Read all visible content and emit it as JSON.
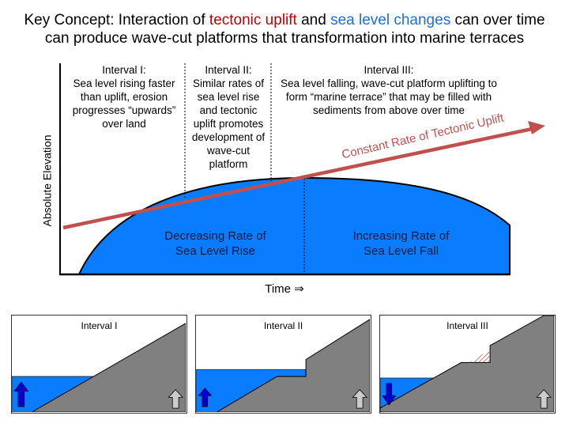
{
  "title": {
    "part1": "Key Concept: Interaction of ",
    "red": "tectonic uplift",
    "part2": " and ",
    "blue": "sea level changes",
    "part3": " can over time",
    "line2": "can produce wave-cut platforms that transformation into marine terraces"
  },
  "diagram": {
    "y_label": "Absolute Elevation",
    "x_label": "Time ⇒",
    "intervals": [
      {
        "heading": "Interval I:",
        "text": "Sea level rising faster than uplift, erosion progresses “upwards” over land"
      },
      {
        "heading": "Interval II:",
        "text": "Similar rates of sea level rise and tectonic uplift promotes development of wave-cut platform"
      },
      {
        "heading": "Interval III:",
        "text": "Sea level falling, wave-cut platform uplifting to form “marine terrace” that may be filled with sediments from above over time"
      }
    ],
    "uplift_label": "Constant Rate of Tectonic Uplift",
    "region_left": "Decreasing Rate of Sea Level Rise",
    "region_right": "Increasing Rate of Sea Level Fall",
    "colors": {
      "sea": "#0a7cff",
      "uplift": "#c0504d",
      "ground": "#808080"
    }
  },
  "panels": [
    {
      "label": "Interval I",
      "sea_arrow": "up"
    },
    {
      "label": "Interval II",
      "sea_arrow": "up"
    },
    {
      "label": "Interval III",
      "sea_arrow": "down"
    }
  ]
}
